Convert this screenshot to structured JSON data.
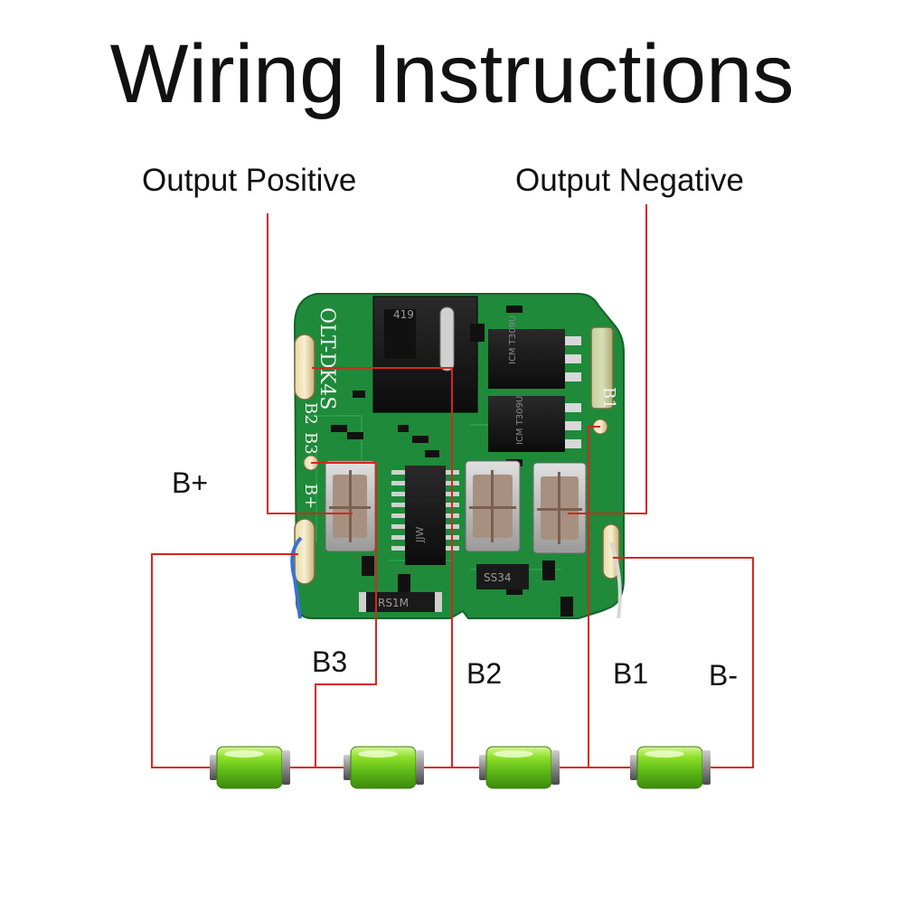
{
  "title": "Wiring Instructions",
  "labels": {
    "output_positive": "Output Positive",
    "output_negative": "Output Negative",
    "b_plus": "B+",
    "b3": "B3",
    "b2": "B2",
    "b1": "B1",
    "b_minus": "B-"
  },
  "board": {
    "silkscreen": {
      "model": "OLT-DK4S",
      "pad_b1": "B1",
      "pad_b2": "B2",
      "pad_b3": "B3",
      "pad_bplus": "B+",
      "ic_main": "JJW",
      "mosfet": "ICM T309U",
      "diode": "SS34",
      "rs1m": "RS1M",
      "connector": "419"
    }
  },
  "colors": {
    "wire": "#d7261e",
    "pcb": "#1f8a3b",
    "battery": "#7ad321"
  },
  "batteries": [
    "battery-1",
    "battery-2",
    "battery-3",
    "battery-4"
  ]
}
